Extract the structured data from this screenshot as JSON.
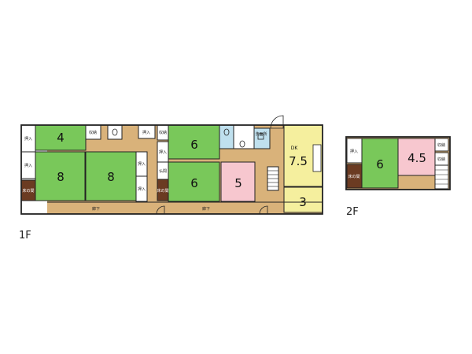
{
  "floors": {
    "first": "1F",
    "second": "2F"
  },
  "rooms_1f": {
    "tatami_4": "4",
    "tatami_8a": "8",
    "tatami_8b": "8",
    "tatami_6a": "6",
    "tatami_6b": "6",
    "room_5": "5",
    "dk_label": "DK",
    "dk_size": "7.5",
    "room_3": "3"
  },
  "rooms_2f": {
    "tatami_6": "6",
    "room_4_5": "4.5"
  },
  "labels_1f": {
    "oshiire_1": "押入",
    "oshiire_2": "押入",
    "oshiire_3": "押入",
    "oshiire_4": "押入",
    "oshiire_5": "押入",
    "oshiire_6": "押入",
    "shuno_1": "収納",
    "shuno_2": "収納",
    "butsuma": "仏間",
    "tokonoma_1": "床の間",
    "tokonoma_2": "床の間",
    "senmenjo": "洗面所",
    "rouka_1": "廊下",
    "rouka_2": "廊下"
  },
  "labels_2f": {
    "oshiire": "押入",
    "tokonoma": "床の間",
    "shuno_1": "収納",
    "shuno_2": "収納"
  },
  "colors": {
    "tatami": "#79c85a",
    "floor_wood": "#d9b27a",
    "dk": "#f5ef9e",
    "western": "#f7c7cf",
    "water": "#bfe0ee",
    "tokonoma": "#6b3b22",
    "wall": "#222222"
  }
}
